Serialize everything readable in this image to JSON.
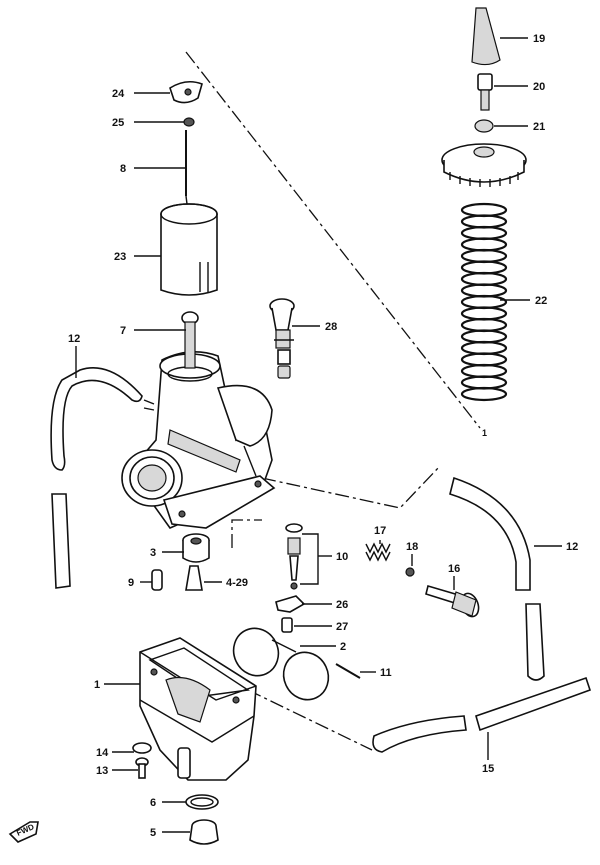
{
  "callouts": {
    "p1": "1",
    "p2": "2",
    "p3": "3",
    "p4": "4-29",
    "p5": "5",
    "p6": "6",
    "p7": "7",
    "p8": "8",
    "p9": "9",
    "p10": "10",
    "p11": "11",
    "p12a": "12",
    "p12b": "12",
    "p13": "13",
    "p14": "14",
    "p15": "15",
    "p16": "16",
    "p17": "17",
    "p18": "18",
    "p19": "19",
    "p20": "20",
    "p21": "21",
    "p22": "22",
    "p23": "23",
    "p24": "24",
    "p25": "25",
    "p26": "26",
    "p27": "27",
    "p28": "28"
  },
  "corner_marker": "1",
  "fwd_label": "FWD",
  "icons": {
    "direction": "fwd-arrow-icon"
  }
}
